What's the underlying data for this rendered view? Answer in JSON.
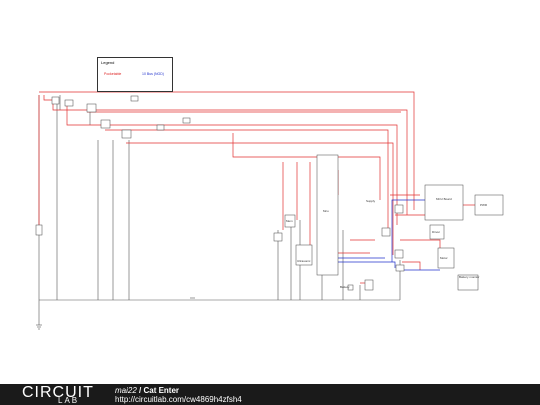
{
  "legend": {
    "title": "Legend",
    "red_label": "Pocketable",
    "blue_label": "10 Bus (NGD)"
  },
  "components": {
    "mcu": "Mcu",
    "ultrasonic": "Ultrasonic",
    "mem": "Mem",
    "driver": "Driver",
    "motor": "Motor",
    "battery": "Battery",
    "battery_monitor": "Battery monitor",
    "mcu_board": "MCU Board",
    "pwr": "PWR",
    "supply": "Supply"
  },
  "footer": {
    "logo": "CIRCUIT",
    "logo_sub": "LAB",
    "user": "mai22",
    "separator": " / ",
    "title": "Cat Enter",
    "url": "http://circuitlab.com/cw4869h4zfsh4"
  }
}
